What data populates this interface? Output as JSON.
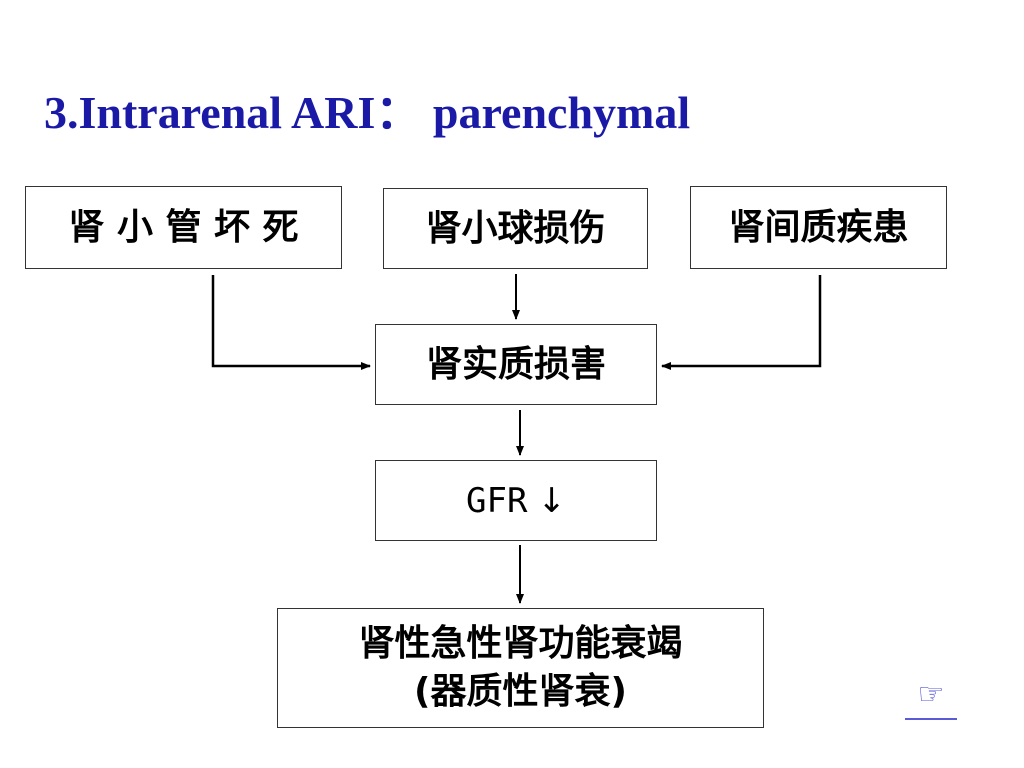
{
  "title": "3.Intrarenal ARI：  parenchymal",
  "boxes": {
    "tubular_necrosis": "肾 小 管 坏 死",
    "glomerular_injury": "肾小球损伤",
    "interstitial_disease": "肾间质疾患",
    "parenchymal_damage": "肾实质损害",
    "gfr": "GFR",
    "gfr_arrow": "↓",
    "result_line1": "肾性急性肾功能衰竭",
    "result_line2": "(器质性肾衰)"
  },
  "nav": {
    "next_icon": "pointing-hand-icon",
    "next_glyph": "☞"
  },
  "colors": {
    "title": "#1a1aa6",
    "link": "#5a5ad8"
  }
}
